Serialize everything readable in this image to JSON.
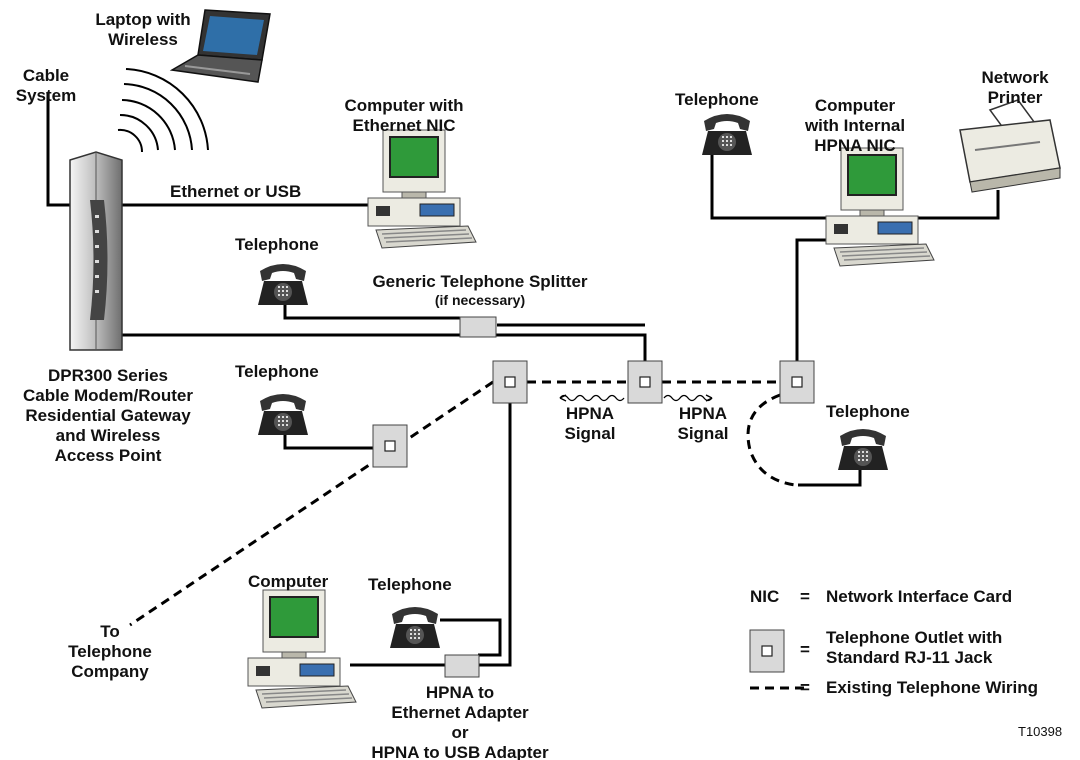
{
  "labels": {
    "laptop": "Laptop with\nWireless",
    "cable_system": "Cable\nSystem",
    "computer_ethernet": "Computer with\nEthernet NIC",
    "ethernet_usb": "Ethernet or USB",
    "telephone_top_left": "Telephone",
    "splitter": "Generic Telephone Splitter",
    "splitter_note": "(if necessary)",
    "gateway": "DPR300 Series\nCable Modem/Router\nResidential Gateway\nand Wireless\nAccess Point",
    "telephone_mid_left": "Telephone",
    "hpna_signal_left": "HPNA\nSignal",
    "hpna_signal_right": "HPNA\nSignal",
    "telephone_top_right": "Telephone",
    "computer_hpna": "Computer\nwith Internal\nHPNA NIC",
    "network_printer": "Network\nPrinter",
    "telephone_right": "Telephone",
    "to_telco": "To\nTelephone\nCompany",
    "computer_bottom": "Computer",
    "telephone_bottom": "Telephone",
    "adapter": "HPNA to\nEthernet Adapter\nor\nHPNA to USB Adapter",
    "figure_id": "T10398"
  },
  "legend": {
    "nic_abbr": "NIC",
    "eq": "=",
    "nic_text": "Network Interface Card",
    "outlet_text": "Telephone Outlet with\nStandard RJ-11 Jack",
    "wiring_text": "Existing Telephone Wiring"
  },
  "colors": {
    "screen": "#2f9a3a",
    "device_beige": "#ecebe2",
    "device_shadow": "#b9b7aa",
    "phone_black": "#222222",
    "outlet_fill": "#d9d9d9",
    "gateway_gray": "#8c8c8c",
    "line": "#000000"
  }
}
